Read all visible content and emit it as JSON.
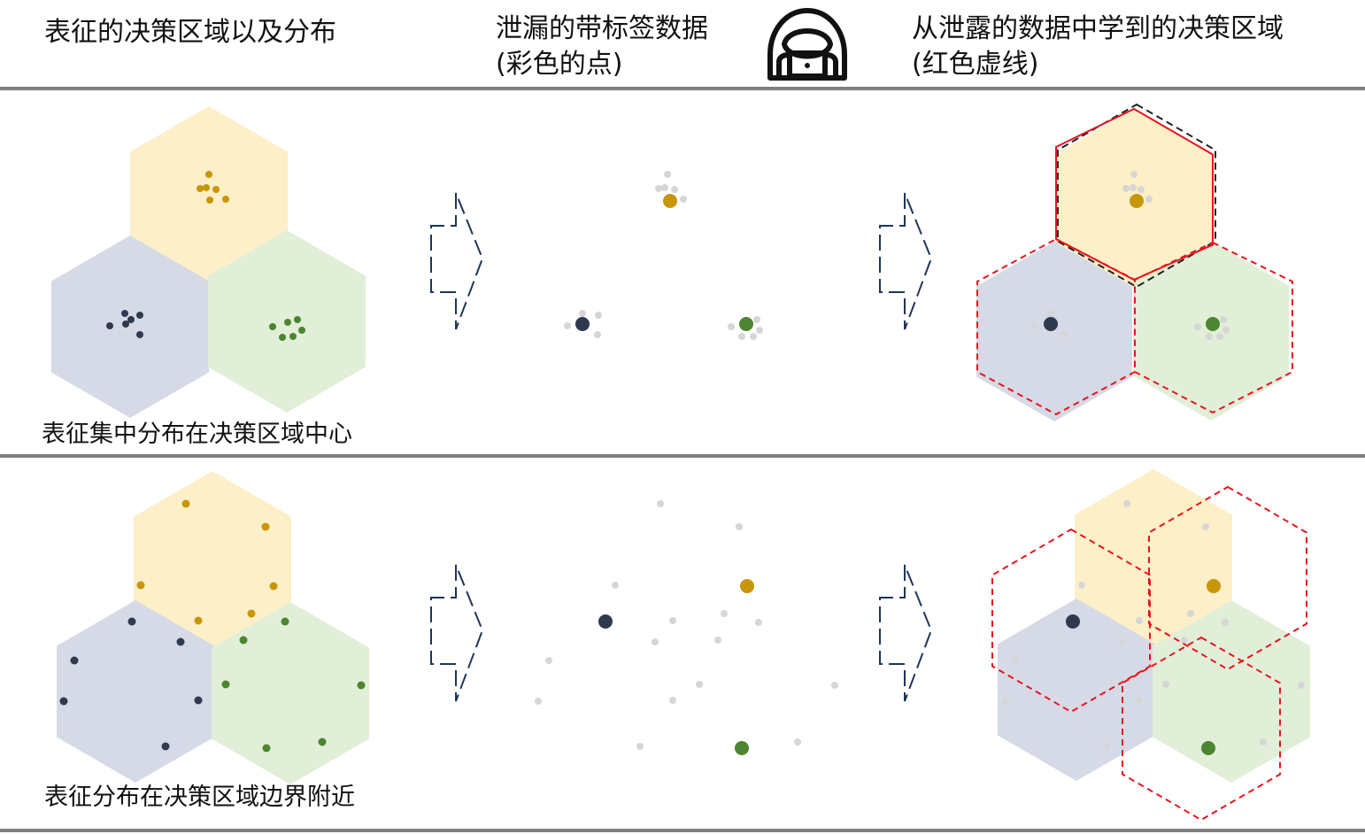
{
  "headers": {
    "col1": "表征的决策区域以及分布",
    "col2_line1": "泄漏的带标签数据",
    "col2_line2": "(彩色的点)",
    "col3_line1": "从泄露的数据中学到的决策区域",
    "col3_line2": "(红色虚线)"
  },
  "captions": {
    "row1": "表征集中分布在决策区域中心",
    "row2": "表征分布在决策区域边界附近"
  },
  "icons": {
    "attacker": "hacker-laptop-icon",
    "arrow": "dashed-arrow-right-icon"
  },
  "colors": {
    "yellow_fill": "#fdefc8",
    "blue_fill": "#d5dae6",
    "green_fill": "#e2efd8",
    "yellow_dot": "#c8960a",
    "blue_dot": "#2f3a4f",
    "green_dot": "#4d8532",
    "gray_dot": "#d6d6d6",
    "red_dash": "#e8141e",
    "arrow_stroke": "#1f3558",
    "rule": "#7f7f7f"
  }
}
